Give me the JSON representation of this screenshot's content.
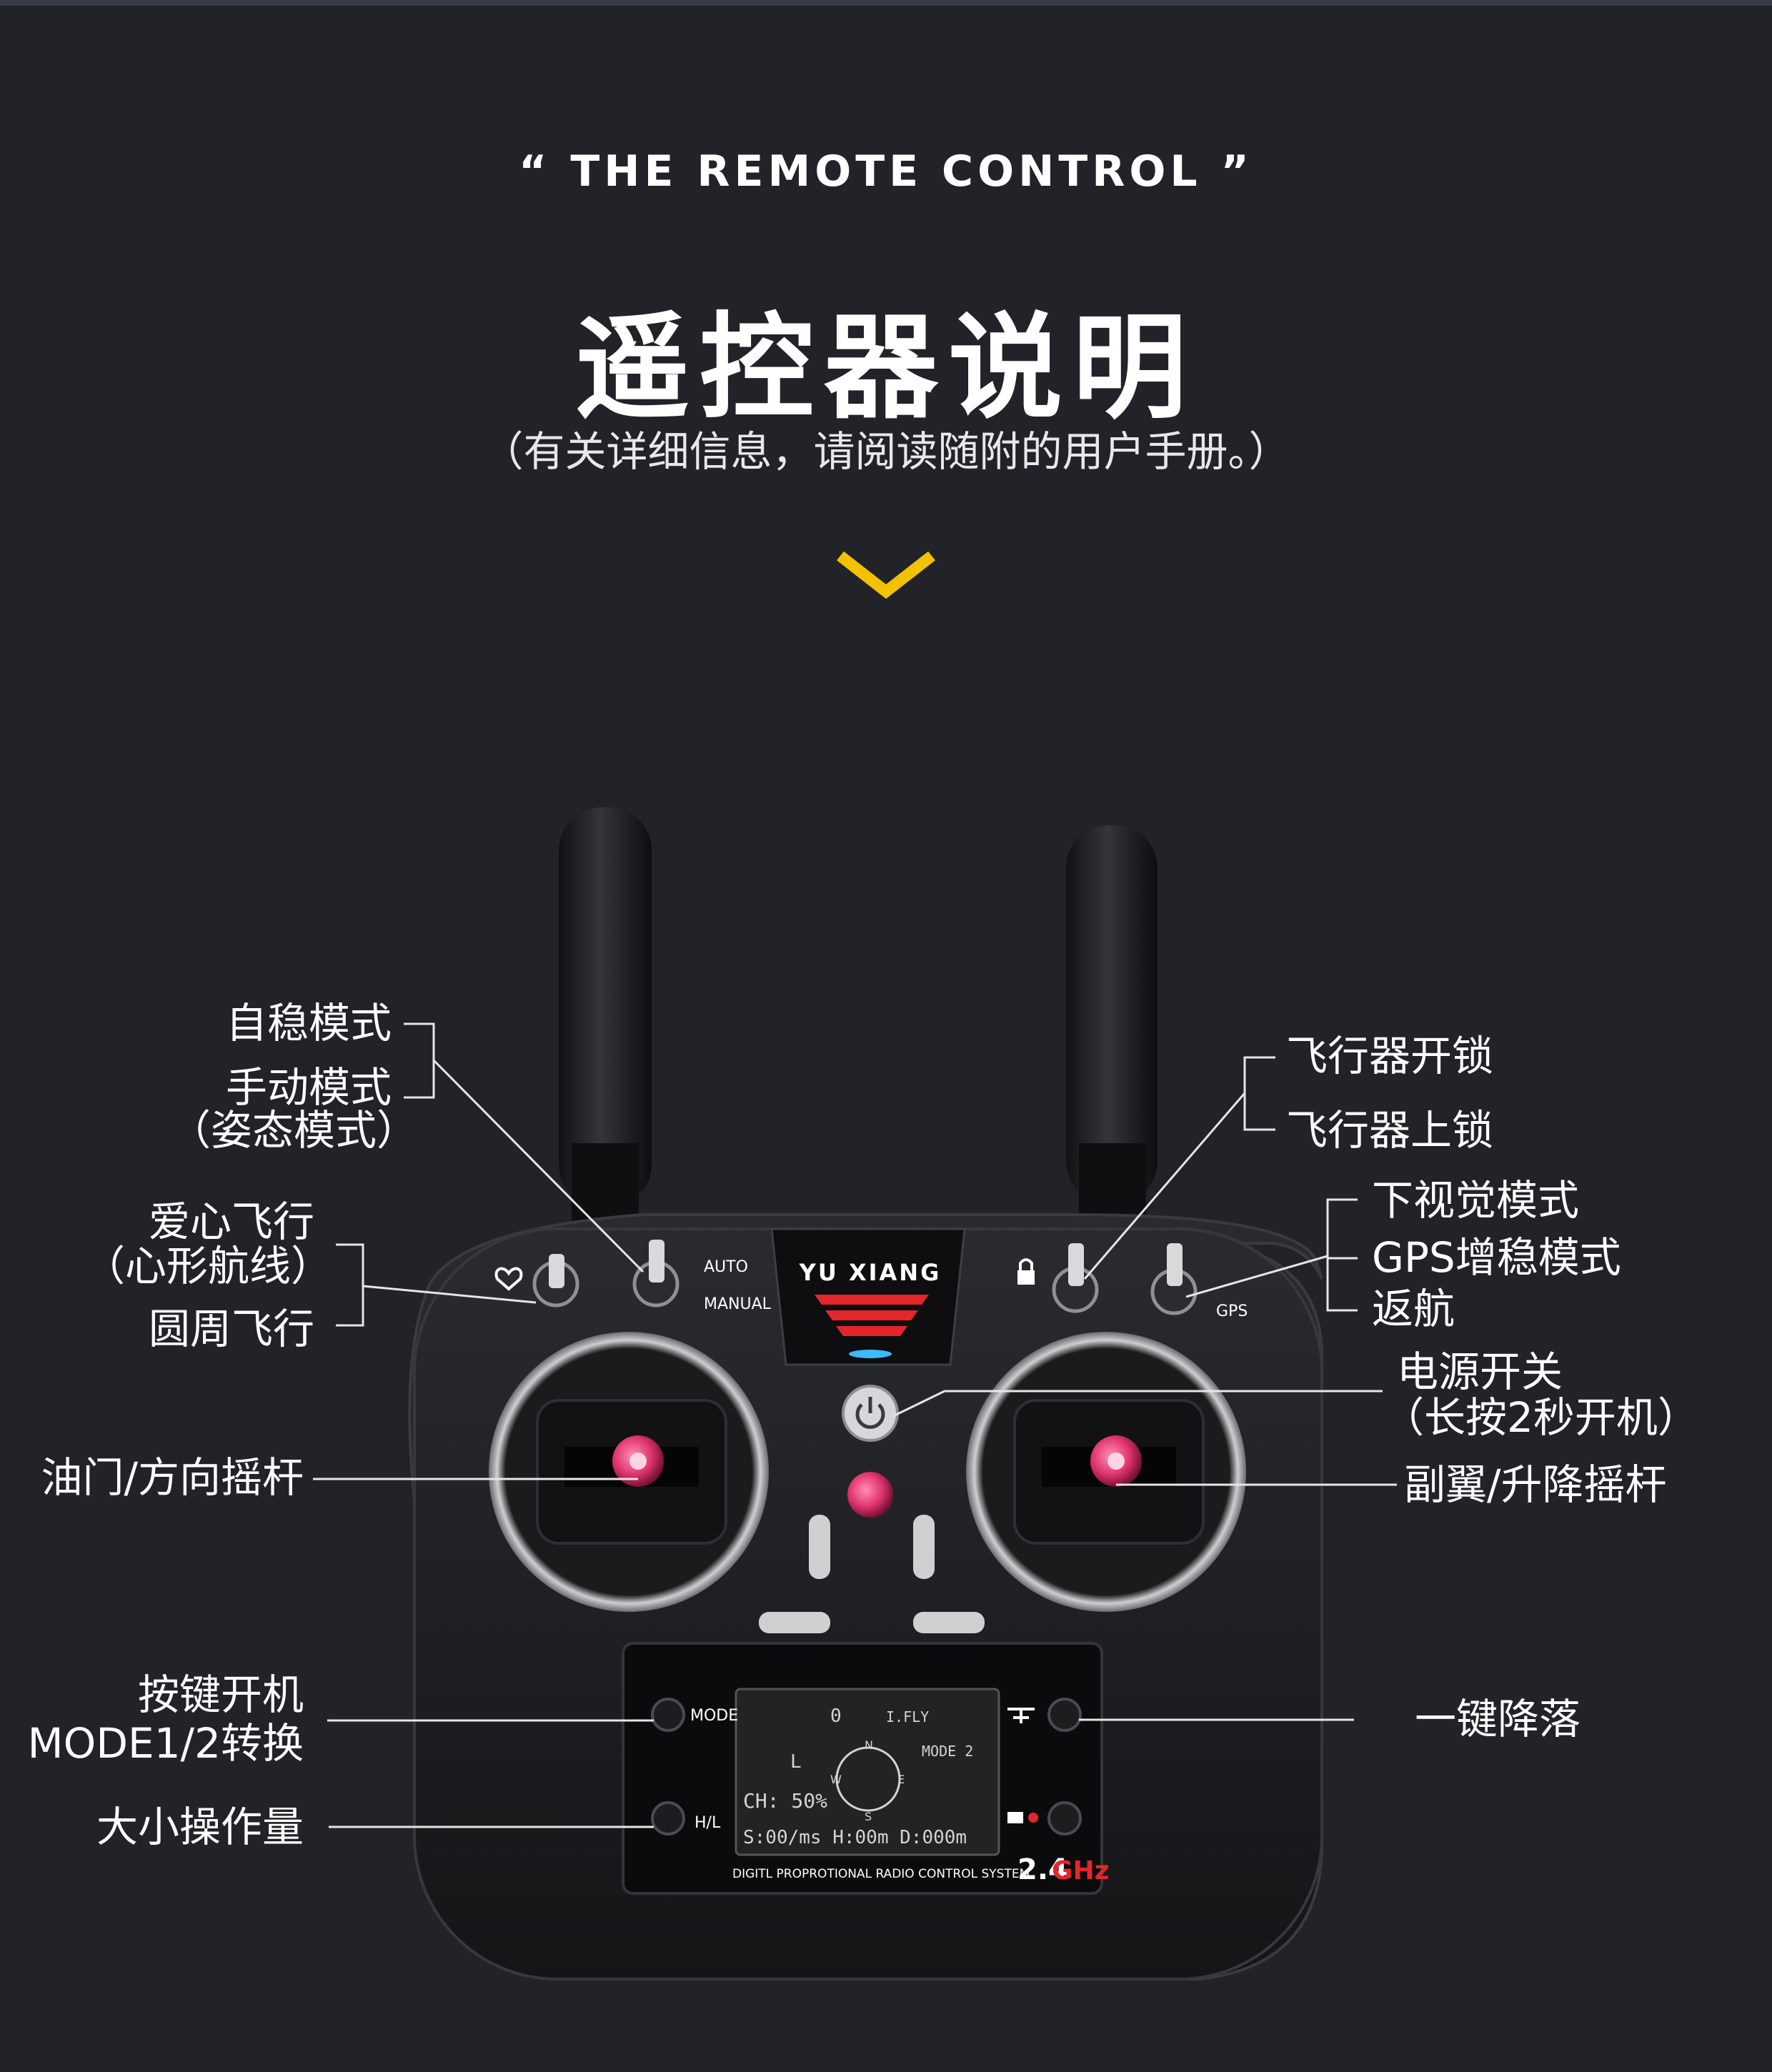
{
  "header": {
    "eyebrow": "“ THE REMOTE CONTROL ”",
    "title": "遥控器说明",
    "subtitle": "（有关详细信息，请阅读随附的用户手册。）"
  },
  "colors": {
    "background": "#222328",
    "accent": "#f2c200",
    "stick_cap": "#e0356f",
    "brand_red": "#e3262b"
  },
  "icons": {
    "chevron": "chevron-down-icon",
    "heart": "heart-icon",
    "lock": "lock-icon",
    "power": "power-icon"
  },
  "callouts": {
    "self_stable": "自稳模式",
    "manual_mode": "手动模式",
    "attitude_mode": "（姿态模式）",
    "heart_flight": "爱心飞行",
    "heart_route": "（心形航线）",
    "circle_flight": "圆周飞行",
    "unlock": "飞行器开锁",
    "lock": "飞行器上锁",
    "down_vision": "下视觉模式",
    "gps_mode": "GPS增稳模式",
    "return_home": "返航",
    "power_switch": "电源开关",
    "power_hold": "（长按2秒开机）",
    "throttle_stick": "油门/方向摇杆",
    "aileron_stick": "副翼/升降摇杆",
    "key_power": "按键开机",
    "mode_switch": "MODE1/2转换",
    "one_key_land": "一键降落",
    "rate": "大小操作量"
  },
  "device": {
    "brand": "YU XIANG",
    "auto": "AUTO",
    "manual": "MANUAL",
    "mode_btn": "MODE",
    "hl_btn": "H/L",
    "gps_tag": "GPS",
    "lcd_top": "0",
    "lcd_fly": "I.FLY",
    "lcd_mode": "MODE 2",
    "lcd_l": "L",
    "lcd_ch": "CH: 50%",
    "lcd_bottom": "S:00/ms H:00m D:000m",
    "compass_n": "N",
    "compass_e": "E",
    "compass_s": "S",
    "compass_w": "W",
    "system_text": "DIGITL PROPROTIONAL RADIO CONTROL SYSTEM",
    "freq_main": "2.4",
    "freq_unit": "GHz"
  }
}
